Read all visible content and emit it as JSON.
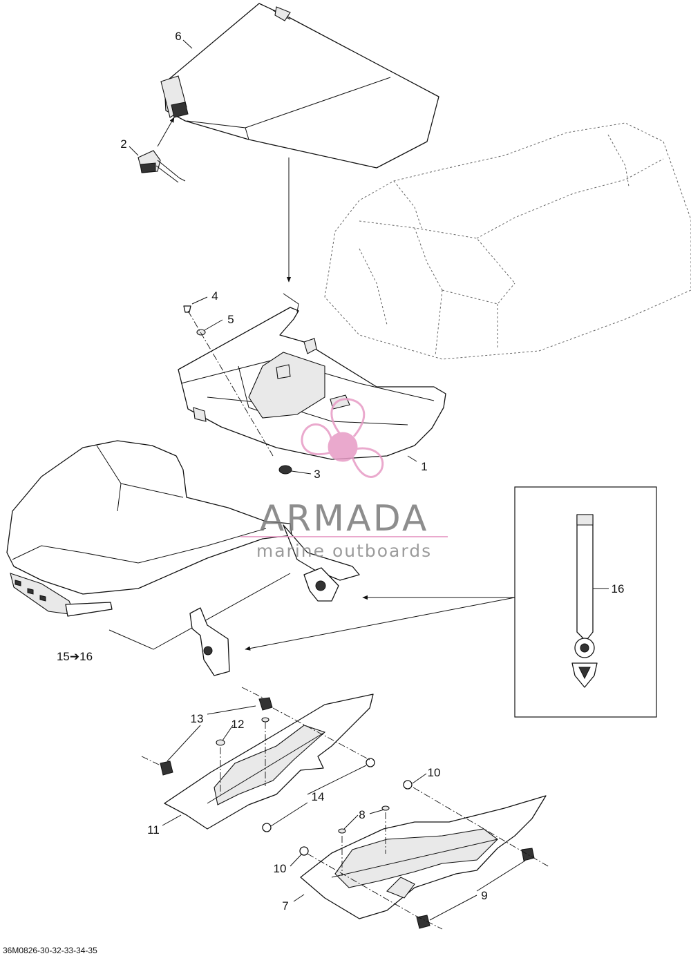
{
  "watermark": {
    "brand": "ARMADA",
    "tagline": "marine outboards",
    "logo_color": "#e79bc5",
    "logo_icon": "propeller-icon"
  },
  "callouts": {
    "c1": "1",
    "c2": "2",
    "c3": "3",
    "c4": "4",
    "c5": "5",
    "c6": "6",
    "c7": "7",
    "c8": "8",
    "c9": "9",
    "c10a": "10",
    "c10b": "10",
    "c11": "11",
    "c12": "12",
    "c13": "13",
    "c14": "14",
    "c15": "15➔16",
    "c16": "16"
  },
  "diagram_code": "36M0826-30-32-33-34-35"
}
